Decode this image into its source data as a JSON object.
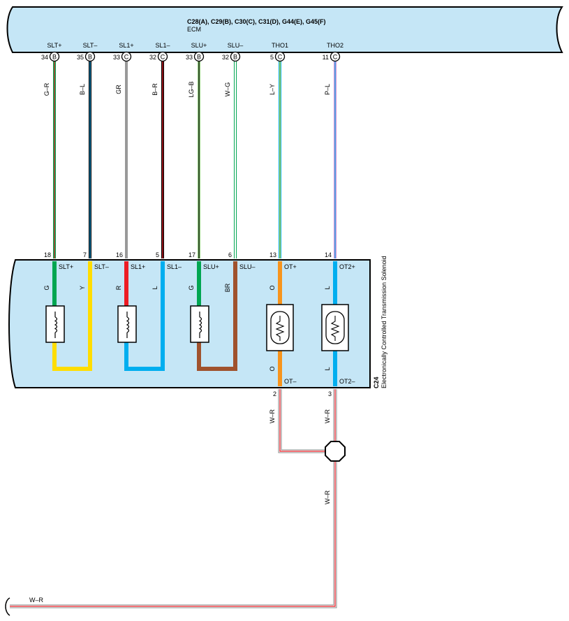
{
  "ecm": {
    "connectors": "C28(A), C29(B), C30(C), C31(D), G44(E), G45(F)",
    "name": "ECM"
  },
  "solenoid": {
    "code": "C24",
    "name": "Electronically Controlled Transmission Solenoid"
  },
  "ecm_pins": [
    {
      "signal": "SLT+",
      "pin": "34",
      "conn": "B"
    },
    {
      "signal": "SLT–",
      "pin": "35",
      "conn": "B"
    },
    {
      "signal": "SL1+",
      "pin": "33",
      "conn": "C"
    },
    {
      "signal": "SL1–",
      "pin": "32",
      "conn": "C"
    },
    {
      "signal": "SLU+",
      "pin": "33",
      "conn": "B"
    },
    {
      "signal": "SLU–",
      "pin": "32",
      "conn": "B"
    },
    {
      "signal": "THO1",
      "pin": "5",
      "conn": "C"
    },
    {
      "signal": "THO2",
      "pin": "11",
      "conn": "C"
    }
  ],
  "harness_wires": [
    "G–R",
    "B–L",
    "GR",
    "B–R",
    "LG–B",
    "W–G",
    "L–Y",
    "P–L"
  ],
  "solenoid_pins": [
    {
      "pin": "18",
      "signal": "SLT+",
      "inner": "G"
    },
    {
      "pin": "7",
      "signal": "SLT–",
      "inner": "Y"
    },
    {
      "pin": "16",
      "signal": "SL1+",
      "inner": "R"
    },
    {
      "pin": "5",
      "signal": "SL1–",
      "inner": "L"
    },
    {
      "pin": "17",
      "signal": "SLU+",
      "inner": "G"
    },
    {
      "pin": "6",
      "signal": "SLU–",
      "inner": "BR"
    },
    {
      "pin": "13",
      "signal": "OT+",
      "inner": "O"
    },
    {
      "pin": "14",
      "signal": "OT2+",
      "inner": "L"
    }
  ],
  "bottom_pins": [
    {
      "pin": "2",
      "signal": "OT–",
      "inner": "O",
      "wire": "W–R"
    },
    {
      "pin": "3",
      "signal": "OT2–",
      "inner": "L",
      "wire": "W–R"
    }
  ],
  "splice_wire": "W–R",
  "bottom_wire": "W–R",
  "colors": {
    "box_fill": "#c5e6f6",
    "green": "#00a651",
    "yellow": "#ffdd00",
    "red": "#ed1c24",
    "blue": "#00aeef",
    "brown": "#a0522d",
    "orange": "#f7941d",
    "gray": "#999999"
  },
  "icons": [
    "solenoid-coil-icon",
    "thermistor-icon",
    "splice-point-icon"
  ]
}
